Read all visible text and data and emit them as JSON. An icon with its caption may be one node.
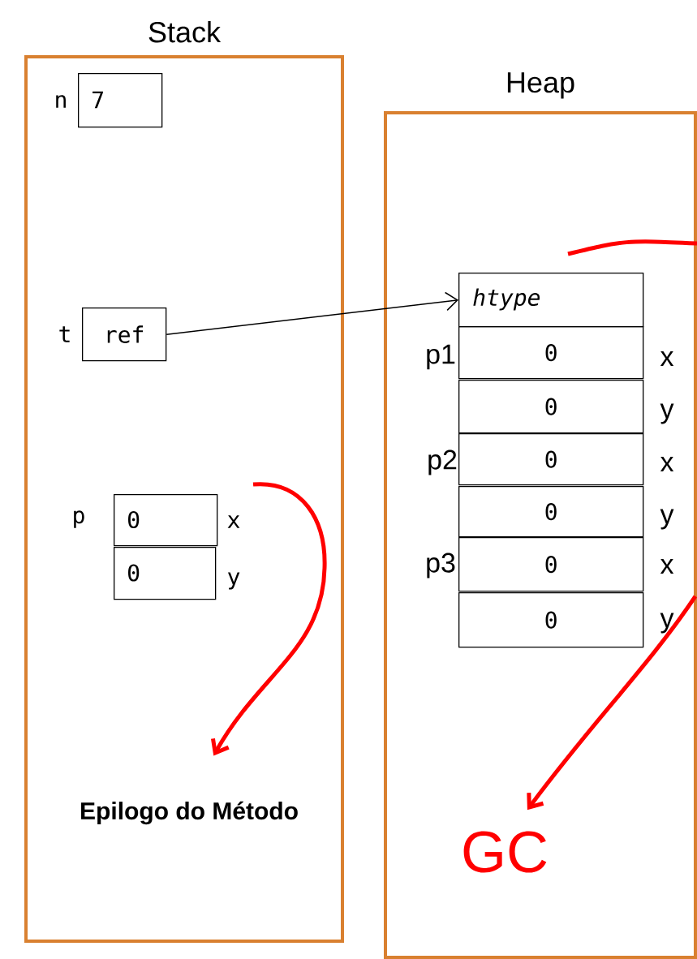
{
  "diagram": {
    "nodes": [
      {
        "text": [
          "Stack"
        ]
      },
      {
        "text": [
          "7"
        ],
        "beside": [
          "n"
        ],
        "in": 0
      },
      {
        "text": [
          "ref"
        ],
        "beside": [
          "t"
        ],
        "in": 0
      },
      {
        "text": [
          "0"
        ],
        "beside": [
          "p",
          "x"
        ],
        "in": 0
      },
      {
        "text": [
          "0"
        ],
        "beside": [
          "y"
        ],
        "in": 0
      },
      {
        "text": [
          "Epilogo do Método"
        ],
        "in": 0
      },
      {
        "text": [
          "Heap"
        ]
      },
      {
        "text": [
          "htype"
        ],
        "in": 6
      },
      {
        "text": [
          "0"
        ],
        "beside": [
          "p1",
          "x"
        ],
        "in": 6
      },
      {
        "text": [
          "0"
        ],
        "beside": [
          "y"
        ],
        "in": 6
      },
      {
        "text": [
          "0"
        ],
        "beside": [
          "p2",
          "x"
        ],
        "in": 6
      },
      {
        "text": [
          "0"
        ],
        "beside": [
          "y"
        ],
        "in": 6
      },
      {
        "text": [
          "0"
        ],
        "beside": [
          "p3",
          "x"
        ],
        "in": 6
      },
      {
        "text": [
          "0"
        ],
        "beside": [
          "y"
        ],
        "in": 6
      },
      {
        "text": [
          "GC"
        ],
        "in": 6
      }
    ],
    "edges": [
      {
        "from": 2,
        "to": 7,
        "arrow": "to",
        "color": "#000000"
      },
      {
        "from": null,
        "to": 5,
        "arrow": "to"
      },
      {
        "from": null,
        "to": 14,
        "arrow": "to"
      }
    ]
  }
}
